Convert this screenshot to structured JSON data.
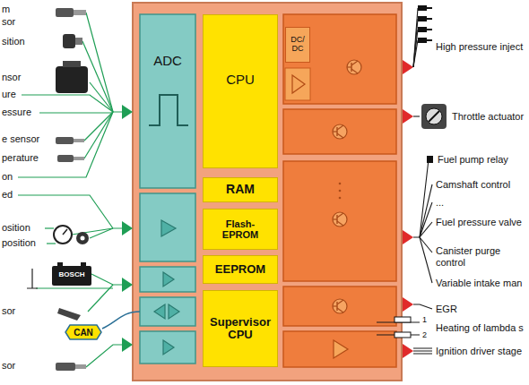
{
  "diagram": {
    "nodes": [
      {
        "text": [
          "ADC"
        ]
      },
      {
        "text": [
          "CPU"
        ]
      },
      {
        "text": [
          "DC/ DC"
        ]
      },
      {
        "text": [
          "RAM"
        ]
      },
      {
        "text": [
          "Flash- EPROM"
        ]
      },
      {
        "text": [
          "EEPROM"
        ]
      },
      {
        "text": [
          "Supervisor CPU"
        ]
      },
      {
        "text": [
          "CAN"
        ]
      }
    ],
    "labels": [
      "m",
      "sor",
      "sition",
      "nsor",
      "ure",
      "essure",
      "e sensor",
      "perature",
      "on",
      "ed",
      "osition",
      "position",
      "sor",
      "sor",
      "BOSCH",
      "High pressure inject",
      "Throttle actuator",
      "Fuel pump relay",
      "Camshaft control",
      "...",
      "Fuel pressure valve",
      "Canister purge control",
      "Variable intake man",
      "EGR",
      "1",
      "2",
      "Heating of lambda s",
      "Ignition driver stage"
    ]
  }
}
